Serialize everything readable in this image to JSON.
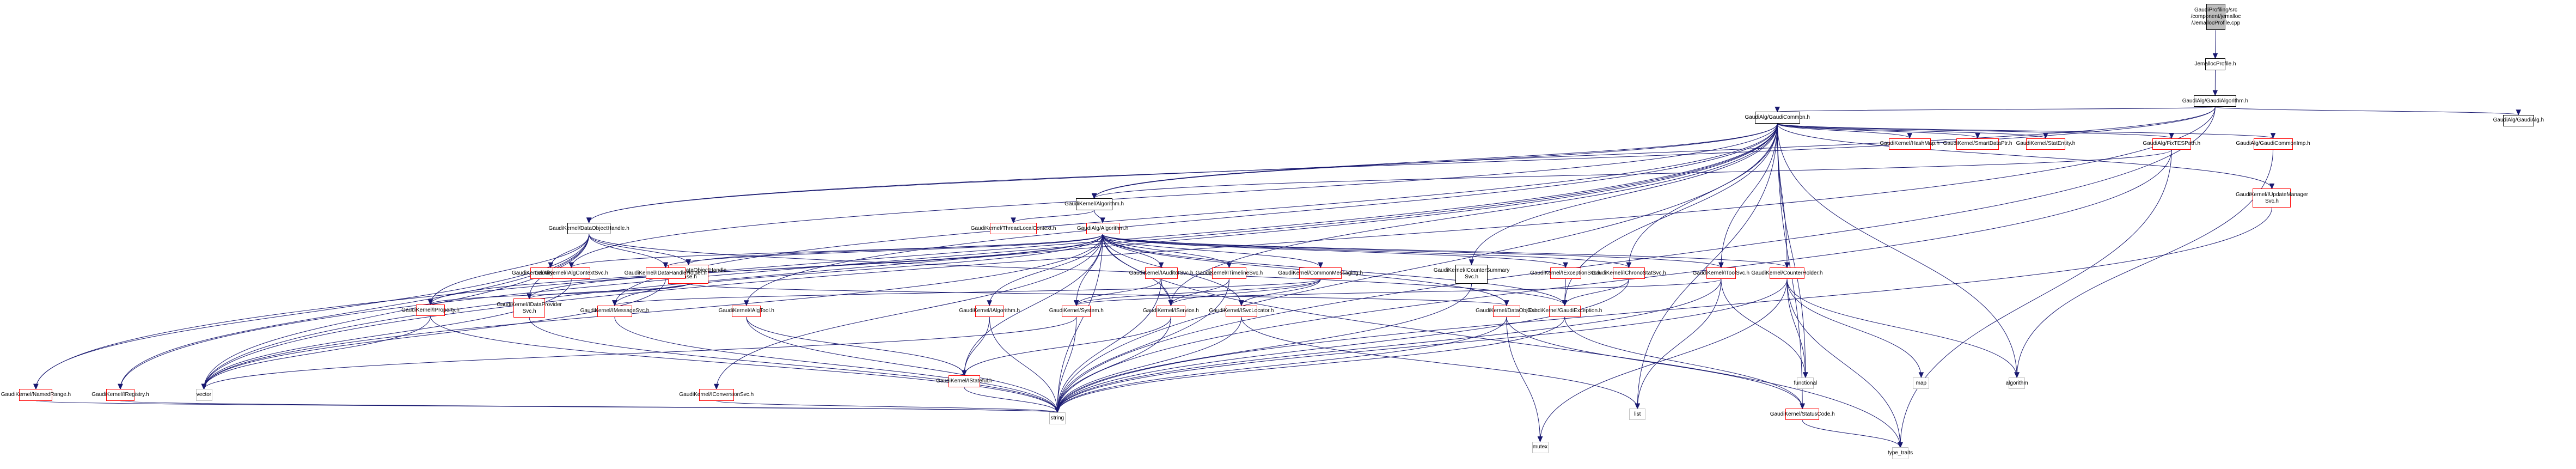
{
  "title": "Include dependency graph for JemallocProfile.cpp",
  "colors": {
    "edge": "#191970",
    "documented_border": "#000000",
    "undocumented_border": "#ff0000",
    "system_border": "#bfbfbf",
    "root_fill": "#bfbfbf"
  },
  "nodes": [
    {
      "id": "root",
      "label": "GaudiProfiling/src\n/component/jemalloc\n/JemallocProfile.cpp",
      "kind": "root"
    },
    {
      "id": "jprof",
      "label": "JemallocProfile.h",
      "kind": "black"
    },
    {
      "id": "gaudialgorithm",
      "label": "GaudiAlg/GaudiAlgorithm.h",
      "kind": "black"
    },
    {
      "id": "gaudicommon",
      "label": "GaudiAlg/GaudiCommon.h",
      "kind": "black"
    },
    {
      "id": "gaudialg",
      "label": "GaudiAlg/GaudiAlg.h",
      "kind": "black"
    },
    {
      "id": "hashmap",
      "label": "GaudiKernel/HashMap.h",
      "kind": "red"
    },
    {
      "id": "smartdataptr",
      "label": "GaudiKernel/SmartDataPtr.h",
      "kind": "red"
    },
    {
      "id": "statentity",
      "label": "GaudiKernel/StatEntity.h",
      "kind": "red"
    },
    {
      "id": "fixtespath",
      "label": "GaudiAlg/FixTESPath.h",
      "kind": "red"
    },
    {
      "id": "gaudicommonimp",
      "label": "GaudiAlg/GaudiCommonImp.h",
      "kind": "red"
    },
    {
      "id": "iupdatemanager",
      "label": "GaudiKernel/IUpdateManager\nSvc.h",
      "kind": "red"
    },
    {
      "id": "kalgorithm",
      "label": "GaudiKernel/Algorithm.h",
      "kind": "black"
    },
    {
      "id": "threadlocal",
      "label": "GaudiKernel/ThreadLocalContext.h",
      "kind": "red"
    },
    {
      "id": "falgorithm",
      "label": "GaudiAlg/Algorithm.h",
      "kind": "red"
    },
    {
      "id": "dataobjecthandle",
      "label": "GaudiKernel/DataObjectHandle.h",
      "kind": "black"
    },
    {
      "id": "anydatawrapper",
      "label": "GaudiKernel/AnyDataWrapper.h",
      "kind": "red"
    },
    {
      "id": "dataobjecthandlebase",
      "label": "GaudiKernel/DataObjectHandle\nBase.h",
      "kind": "red"
    },
    {
      "id": "ialgcontextsvc",
      "label": "GaudiKernel/IAlgContextSvc.h",
      "kind": "red"
    },
    {
      "id": "idatahandleholder",
      "label": "GaudiKernel/IDataHandleHolder.h",
      "kind": "red"
    },
    {
      "id": "iauditorsvc",
      "label": "GaudiKernel/IAuditorSvc.h",
      "kind": "red"
    },
    {
      "id": "itimelinesvc",
      "label": "GaudiKernel/ITimelineSvc.h",
      "kind": "red"
    },
    {
      "id": "commonmessaging",
      "label": "GaudiKernel/CommonMessaging.h",
      "kind": "red"
    },
    {
      "id": "icountersummary",
      "label": "GaudiKernel/ICounterSummary\nSvc.h",
      "kind": "black"
    },
    {
      "id": "iexceptionsvc",
      "label": "GaudiKernel/IExceptionSvc.h",
      "kind": "red"
    },
    {
      "id": "ichronostatsvc",
      "label": "GaudiKernel/IChronoStatSvc.h",
      "kind": "red"
    },
    {
      "id": "itoolsvc",
      "label": "GaudiKernel/IToolSvc.h",
      "kind": "red"
    },
    {
      "id": "counterholder",
      "label": "GaudiKernel/CounterHolder.h",
      "kind": "red"
    },
    {
      "id": "iproperty",
      "label": "GaudiKernel/IProperty.h",
      "kind": "red"
    },
    {
      "id": "idataprovidersvc",
      "label": "GaudiKernel/IDataProvider\nSvc.h",
      "kind": "red"
    },
    {
      "id": "imessagesvc",
      "label": "GaudiKernel/IMessageSvc.h",
      "kind": "red"
    },
    {
      "id": "ialgtool",
      "label": "GaudiKernel/IAlgTool.h",
      "kind": "red"
    },
    {
      "id": "ialgorithm",
      "label": "GaudiKernel/IAlgorithm.h",
      "kind": "red"
    },
    {
      "id": "system",
      "label": "GaudiKernel/System.h",
      "kind": "red"
    },
    {
      "id": "iservice",
      "label": "GaudiKernel/IService.h",
      "kind": "red"
    },
    {
      "id": "isvclocator",
      "label": "GaudiKernel/ISvcLocator.h",
      "kind": "red"
    },
    {
      "id": "dataobjid",
      "label": "GaudiKernel/DataObjID.h",
      "kind": "red"
    },
    {
      "id": "gaudiexception",
      "label": "GaudiKernel/GaudiException.h",
      "kind": "red"
    },
    {
      "id": "namedrange",
      "label": "GaudiKernel/NamedRange.h",
      "kind": "red"
    },
    {
      "id": "iregistry",
      "label": "GaudiKernel/IRegistry.h",
      "kind": "red"
    },
    {
      "id": "iconversionsvc",
      "label": "GaudiKernel/IConversionSvc.h",
      "kind": "red"
    },
    {
      "id": "istateful",
      "label": "GaudiKernel/IStateful.h",
      "kind": "red"
    },
    {
      "id": "statuscode",
      "label": "GaudiKernel/StatusCode.h",
      "kind": "red"
    },
    {
      "id": "vector",
      "label": "vector",
      "kind": "gray"
    },
    {
      "id": "string",
      "label": "string",
      "kind": "gray"
    },
    {
      "id": "mutex",
      "label": "mutex",
      "kind": "gray"
    },
    {
      "id": "list",
      "label": "list",
      "kind": "gray"
    },
    {
      "id": "functional",
      "label": "functional",
      "kind": "gray"
    },
    {
      "id": "map",
      "label": "map",
      "kind": "gray"
    },
    {
      "id": "algorithm",
      "label": "algorithm",
      "kind": "gray"
    },
    {
      "id": "type_traits",
      "label": "type_traits",
      "kind": "gray"
    }
  ],
  "edges": [
    [
      "root",
      "jprof"
    ],
    [
      "jprof",
      "gaudialgorithm"
    ],
    [
      "gaudialgorithm",
      "gaudicommon"
    ],
    [
      "gaudialgorithm",
      "gaudialg"
    ],
    [
      "gaudialgorithm",
      "kalgorithm"
    ],
    [
      "gaudialgorithm",
      "dataobjecthandle"
    ],
    [
      "gaudialgorithm",
      "vector"
    ],
    [
      "gaudialgorithm",
      "string"
    ],
    [
      "gaudicommon",
      "hashmap"
    ],
    [
      "gaudicommon",
      "smartdataptr"
    ],
    [
      "gaudicommon",
      "statentity"
    ],
    [
      "gaudicommon",
      "fixtespath"
    ],
    [
      "gaudicommon",
      "gaudicommonimp"
    ],
    [
      "gaudicommon",
      "iupdatemanager"
    ],
    [
      "gaudicommon",
      "kalgorithm"
    ],
    [
      "gaudicommon",
      "dataobjecthandle"
    ],
    [
      "gaudicommon",
      "ialgcontextsvc"
    ],
    [
      "gaudicommon",
      "icountersummary"
    ],
    [
      "gaudicommon",
      "ichronostatsvc"
    ],
    [
      "gaudicommon",
      "itoolsvc"
    ],
    [
      "gaudicommon",
      "counterholder"
    ],
    [
      "gaudicommon",
      "imessagesvc"
    ],
    [
      "gaudicommon",
      "ialgtool"
    ],
    [
      "gaudicommon",
      "iservice"
    ],
    [
      "gaudicommon",
      "gaudiexception"
    ],
    [
      "gaudicommon",
      "statuscode"
    ],
    [
      "gaudicommon",
      "list"
    ],
    [
      "gaudicommon",
      "functional"
    ],
    [
      "gaudicommon",
      "algorithm"
    ],
    [
      "gaudicommon",
      "string"
    ],
    [
      "gaudicommon",
      "vector"
    ],
    [
      "gaudicommon",
      "iregistry"
    ],
    [
      "gaudicommon",
      "namedrange"
    ],
    [
      "fixtespath",
      "kalgorithm"
    ],
    [
      "fixtespath",
      "string"
    ],
    [
      "fixtespath",
      "type_traits"
    ],
    [
      "gaudicommonimp",
      "algorithm"
    ],
    [
      "iupdatemanager",
      "string"
    ],
    [
      "kalgorithm",
      "threadlocal"
    ],
    [
      "kalgorithm",
      "falgorithm"
    ],
    [
      "falgorithm",
      "ialgcontextsvc"
    ],
    [
      "falgorithm",
      "idatahandleholder"
    ],
    [
      "falgorithm",
      "iauditorsvc"
    ],
    [
      "falgorithm",
      "itimelinesvc"
    ],
    [
      "falgorithm",
      "commonmessaging"
    ],
    [
      "falgorithm",
      "iexceptionsvc"
    ],
    [
      "falgorithm",
      "ichronostatsvc"
    ],
    [
      "falgorithm",
      "itoolsvc"
    ],
    [
      "falgorithm",
      "counterholder"
    ],
    [
      "falgorithm",
      "iproperty"
    ],
    [
      "falgorithm",
      "imessagesvc"
    ],
    [
      "falgorithm",
      "ialgorithm"
    ],
    [
      "falgorithm",
      "system"
    ],
    [
      "falgorithm",
      "iservice"
    ],
    [
      "falgorithm",
      "isvclocator"
    ],
    [
      "falgorithm",
      "dataobjid"
    ],
    [
      "falgorithm",
      "gaudiexception"
    ],
    [
      "falgorithm",
      "iconversionsvc"
    ],
    [
      "falgorithm",
      "istateful"
    ],
    [
      "falgorithm",
      "string"
    ],
    [
      "falgorithm",
      "vector"
    ],
    [
      "falgorithm",
      "type_traits"
    ],
    [
      "falgorithm",
      "dataobjecthandlebase"
    ],
    [
      "falgorithm",
      "idataprovidersvc"
    ],
    [
      "dataobjecthandle",
      "anydatawrapper"
    ],
    [
      "dataobjecthandle",
      "dataobjecthandlebase"
    ],
    [
      "dataobjecthandle",
      "iproperty"
    ],
    [
      "dataobjecthandle",
      "idataprovidersvc"
    ],
    [
      "dataobjecthandle",
      "namedrange"
    ],
    [
      "dataobjecthandle",
      "iregistry"
    ],
    [
      "dataobjecthandle",
      "vector"
    ],
    [
      "dataobjecthandle",
      "gaudiexception"
    ],
    [
      "dataobjecthandle",
      "idatahandleholder"
    ],
    [
      "dataobjecthandlebase",
      "iproperty"
    ],
    [
      "dataobjecthandlebase",
      "idataprovidersvc"
    ],
    [
      "dataobjecthandlebase",
      "dataobjid"
    ],
    [
      "ialgcontextsvc",
      "vector"
    ],
    [
      "idatahandleholder",
      "vector"
    ],
    [
      "iauditorsvc",
      "system"
    ],
    [
      "iauditorsvc",
      "iservice"
    ],
    [
      "iauditorsvc",
      "string"
    ],
    [
      "itimelinesvc",
      "iservice"
    ],
    [
      "itimelinesvc",
      "string"
    ],
    [
      "commonmessaging",
      "imessagesvc"
    ],
    [
      "commonmessaging",
      "iservice"
    ],
    [
      "commonmessaging",
      "isvclocator"
    ],
    [
      "commonmessaging",
      "system"
    ],
    [
      "icountersummary",
      "string"
    ],
    [
      "iexceptionsvc",
      "gaudiexception"
    ],
    [
      "ichronostatsvc",
      "gaudiexception"
    ],
    [
      "ichronostatsvc",
      "string"
    ],
    [
      "itoolsvc",
      "system"
    ],
    [
      "itoolsvc",
      "list"
    ],
    [
      "itoolsvc",
      "functional"
    ],
    [
      "itoolsvc",
      "string"
    ],
    [
      "counterholder",
      "map"
    ],
    [
      "counterholder",
      "algorithm"
    ],
    [
      "counterholder",
      "mutex"
    ],
    [
      "counterholder",
      "string"
    ],
    [
      "counterholder",
      "type_traits"
    ],
    [
      "counterholder",
      "functional"
    ],
    [
      "iproperty",
      "vector"
    ],
    [
      "iproperty",
      "string"
    ],
    [
      "idataprovidersvc",
      "string"
    ],
    [
      "imessagesvc",
      "string"
    ],
    [
      "ialgtool",
      "istateful"
    ],
    [
      "ialgtool",
      "string"
    ],
    [
      "ialgorithm",
      "istateful"
    ],
    [
      "ialgorithm",
      "string"
    ],
    [
      "system",
      "string"
    ],
    [
      "system",
      "vector"
    ],
    [
      "iservice",
      "istateful"
    ],
    [
      "iservice",
      "string"
    ],
    [
      "isvclocator",
      "string"
    ],
    [
      "isvclocator",
      "list"
    ],
    [
      "dataobjid",
      "mutex"
    ],
    [
      "dataobjid",
      "string"
    ],
    [
      "dataobjid",
      "statuscode"
    ],
    [
      "gaudiexception",
      "string"
    ],
    [
      "gaudiexception",
      "statuscode"
    ],
    [
      "namedrange",
      "string"
    ],
    [
      "iregistry",
      "string"
    ],
    [
      "iconversionsvc",
      "string"
    ],
    [
      "istateful",
      "string"
    ],
    [
      "statuscode",
      "type_traits"
    ]
  ]
}
